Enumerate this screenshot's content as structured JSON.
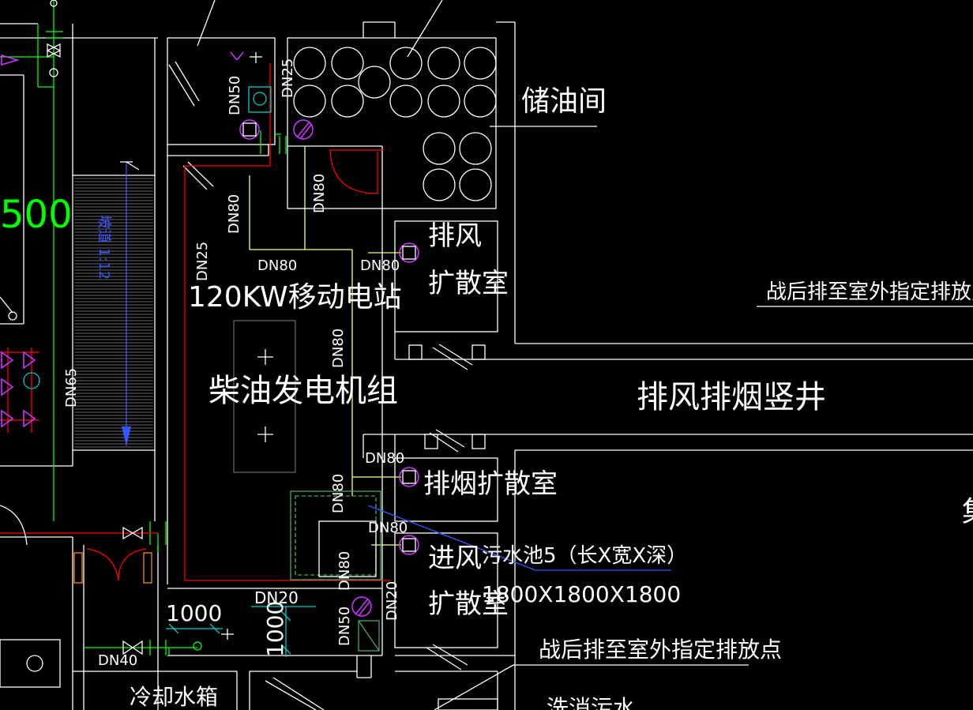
{
  "labels": {
    "oil_storage": "储油间",
    "exhaust_diffusion_1": "排风",
    "exhaust_diffusion_2": "扩散室",
    "post_war_discharge_top": "战后排至室外指定排放点",
    "power_station": "120KW移动电站",
    "generator_set": "柴油发电机组",
    "exhaust_shaft": "排风排烟竖井",
    "smoke_diffusion": "排烟扩散室",
    "sewage_pool": "污水池5（长X宽X深）",
    "sewage_pool_size": "1800X1800X1800",
    "intake_diffusion_1": "进风",
    "intake_diffusion_2": "扩散室",
    "post_war_discharge_bottom": "战后排至室外指定排放点",
    "cooling_tank": "冷却水箱",
    "partial_right_char": "集",
    "partial_bottom_text": "洗消污水",
    "ramp_label": "坡道 1:12",
    "big_number": "500"
  },
  "pipe_labels": {
    "dn50_top": "DN50",
    "dn25_top": "DN25",
    "dn80_a": "DN80",
    "dn80_b": "DN80",
    "dn80_c": "DN80",
    "dn80_d": "DN80",
    "dn25_left": "DN25",
    "dn80_vertical": "DN80",
    "dn65": "DN65",
    "dn80_e": "DN80",
    "dn80_f": "DN80",
    "dn80_g": "DN80",
    "dn80_h": "DN80",
    "dn20_a": "DN20",
    "dn20_b": "DN20",
    "dn50_bottom": "DN50",
    "dn40": "DN40"
  },
  "dimensions": {
    "dim_1000_h": "1000",
    "dim_1000_v": "1000"
  },
  "colors": {
    "background": "#000000",
    "walls": "#ffffff",
    "water_pipe": "#00ff00",
    "fuel_pipe": "#ff0000",
    "drain_pipe": "#ffff66",
    "drain_marker": "#cc33ff",
    "leader_line": "#3355ff"
  }
}
